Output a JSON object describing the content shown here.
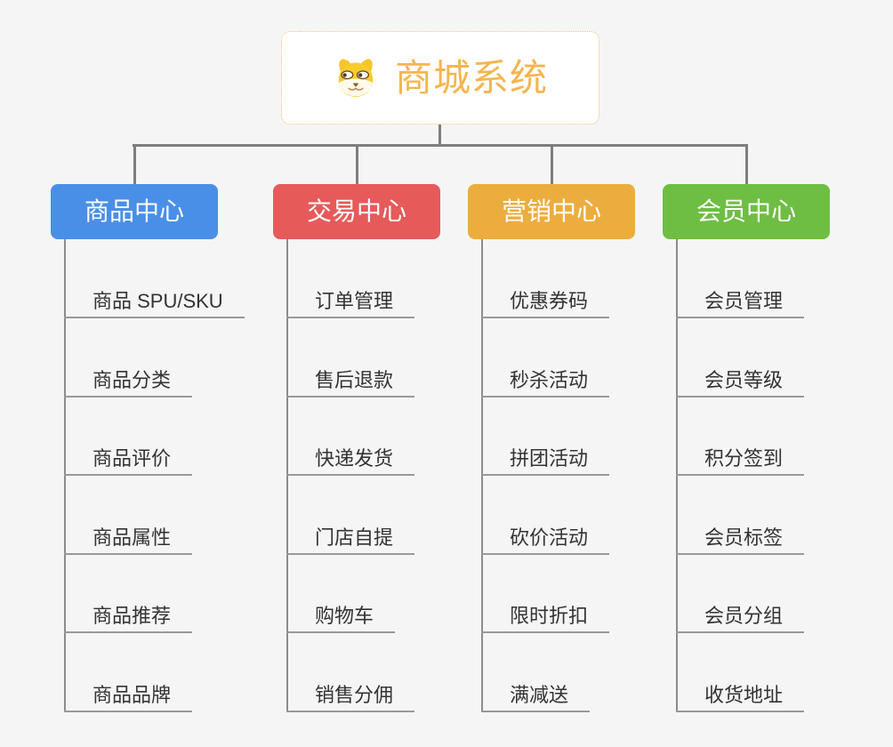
{
  "root": {
    "title": "商城系统",
    "icon": "dog-face-icon",
    "accent_color": "#F5B54F",
    "border_color": "#EEC06A"
  },
  "style": {
    "background_color": "#F5F5F6",
    "connector_color": "#7E7E7E",
    "spine_color": "#8C8C8C",
    "underline_color": "#999999",
    "leaf_text_color": "#333333"
  },
  "branches": [
    {
      "label": "商品中心",
      "color": "#4A8FE7",
      "items": [
        "商品 SPU/SKU",
        "商品分类",
        "商品评价",
        "商品属性",
        "商品推荐",
        "商品品牌"
      ]
    },
    {
      "label": "交易中心",
      "color": "#E65A5A",
      "items": [
        "订单管理",
        "售后退款",
        "快递发货",
        "门店自提",
        "购物车",
        "销售分佣"
      ]
    },
    {
      "label": "营销中心",
      "color": "#EBAD3E",
      "items": [
        "优惠券码",
        "秒杀活动",
        "拼团活动",
        "砍价活动",
        "限时折扣",
        "满减送"
      ]
    },
    {
      "label": "会员中心",
      "color": "#6EBE43",
      "items": [
        "会员管理",
        "会员等级",
        "积分签到",
        "会员标签",
        "会员分组",
        "收货地址"
      ]
    }
  ]
}
